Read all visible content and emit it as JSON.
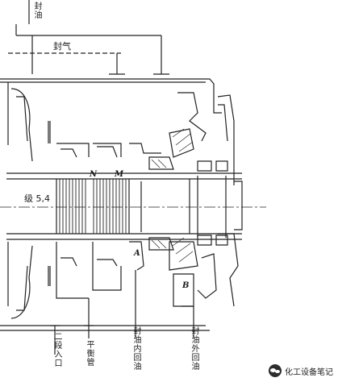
{
  "labels": {
    "top_right_vertical": "封油",
    "seal_gas": "封气",
    "stage": "级 5,4",
    "mark_n": "N",
    "mark_m": "M",
    "mark_a": "A",
    "mark_b": "B",
    "bottom_1": "二段入口",
    "bottom_2": "平衡管",
    "bottom_3": "封油内回油",
    "bottom_4": "封油外回油"
  },
  "watermark": {
    "text": "化工设备笔记",
    "icon": "wechat-icon"
  }
}
